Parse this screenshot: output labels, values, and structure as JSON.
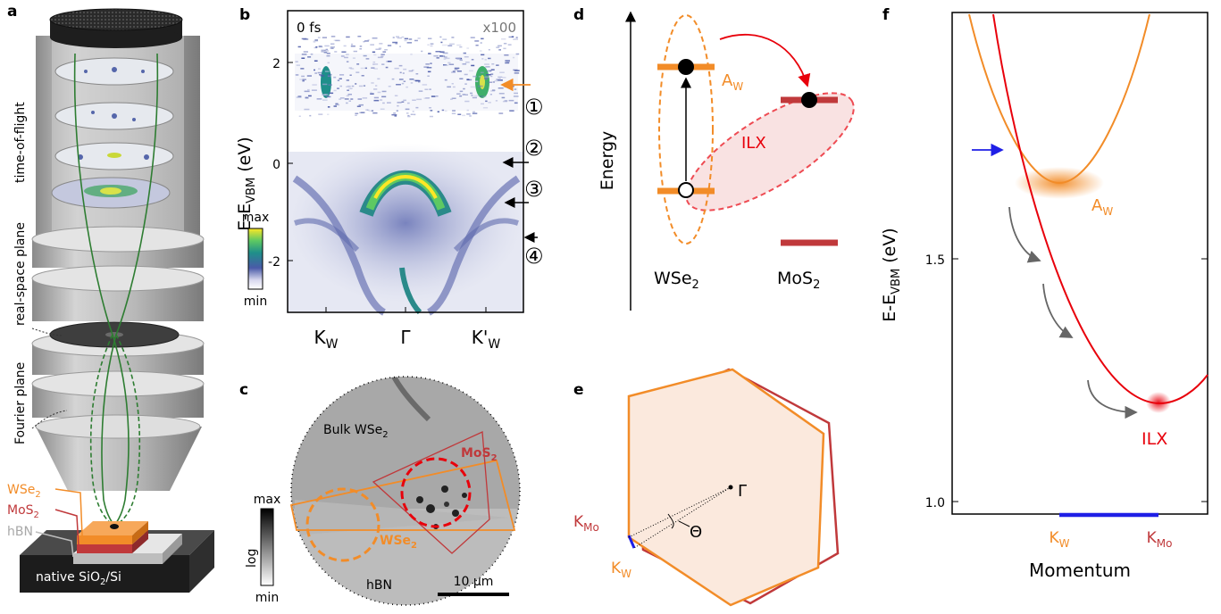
{
  "panels": {
    "a": {
      "letter": "a",
      "labels": {
        "tof": "time-of-flight",
        "real_space": "real-space plane",
        "fourier": "Fourier plane",
        "wse2": "WSe",
        "wse2_sub": "2",
        "mos2": "MoS",
        "mos2_sub": "2",
        "hbn": "hBN",
        "substrate": "native SiO",
        "substrate_sub": "2",
        "substrate_tail": "/Si"
      }
    },
    "b": {
      "letter": "b",
      "time_label": "0 fs",
      "scale_label": "x100",
      "ylabel_main": "E-E",
      "ylabel_sub": "VBM",
      "ylabel_unit": " (eV)",
      "yticks": [
        "2",
        "0",
        "-2"
      ],
      "xticks": [
        {
          "main": "K",
          "sub": "W"
        },
        {
          "main": "Γ",
          "sub": ""
        },
        {
          "main": "K'",
          "sub": "W"
        }
      ],
      "colorbar": {
        "max": "max",
        "min": "min"
      },
      "markers": [
        "①",
        "②",
        "③",
        "④"
      ]
    },
    "c": {
      "letter": "c",
      "labels": {
        "bulk": "Bulk WSe",
        "bulk_sub": "2",
        "mos2": "MoS",
        "mos2_sub": "2",
        "wse2": "WSe",
        "wse2_sub": "2",
        "hbn": "hBN",
        "scalebar": "10 µm"
      },
      "colorbar": {
        "max": "max",
        "min": "min",
        "log": "log"
      }
    },
    "d": {
      "letter": "d",
      "ylabel": "Energy",
      "labels": {
        "aw": "A",
        "aw_sub": "W",
        "ilx": "ILX",
        "wse2": "WSe",
        "wse2_sub": "2",
        "mos2": "MoS",
        "mos2_sub": "2"
      }
    },
    "e": {
      "letter": "e",
      "labels": {
        "gamma": "Γ",
        "theta": "Θ",
        "kmo": "K",
        "kmo_sub": "Mo",
        "kw": "K",
        "kw_sub": "W"
      }
    },
    "f": {
      "letter": "f",
      "ylabel_main": "E-E",
      "ylabel_sub": "VBM",
      "ylabel_unit": " (eV)",
      "yticks": [
        "1.5",
        "1.0"
      ],
      "xlabel": "Momentum",
      "xticks": [
        {
          "main": "K",
          "sub": "W"
        },
        {
          "main": "K",
          "sub": "Mo"
        }
      ],
      "labels": {
        "aw": "A",
        "aw_sub": "W",
        "ilx": "ILX"
      }
    }
  },
  "colors": {
    "orange": "#f28c28",
    "red": "#e8000b",
    "darkred": "#c0393b",
    "green": "#2e7d32",
    "blue": "#1f1fe6"
  }
}
